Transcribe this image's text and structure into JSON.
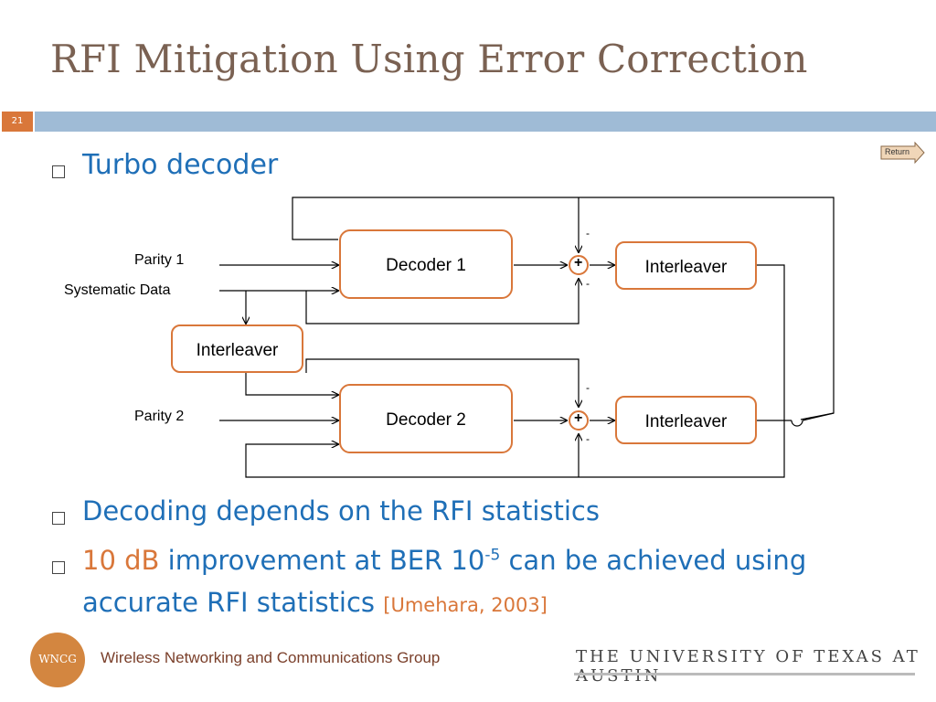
{
  "slide": {
    "title": "RFI Mitigation Using Error Correction",
    "number": "21"
  },
  "return_button": {
    "label": "Return"
  },
  "bullets": {
    "b1": "Turbo decoder",
    "b2": "Decoding depends on the RFI statistics",
    "b3_highlight": "10 dB",
    "b3_part1": " improvement at BER 10",
    "b3_sup": "-5",
    "b3_part2": " can be achieved using",
    "b3_line2": "accurate RFI statistics ",
    "b3_citation": "[Umehara, 2003]"
  },
  "diagram": {
    "parity1": "Parity 1",
    "systematic": "Systematic Data",
    "parity2": "Parity 2",
    "decoder1": "Decoder 1",
    "decoder2": "Decoder 2",
    "interleaver_left": "Interleaver",
    "interleaver_top": "Interleaver",
    "interleaver_bottom": "Interleaver",
    "plus": "+",
    "minus": "-"
  },
  "footer": {
    "group": "Wireless Networking and Communications Group",
    "logo": "WNCG",
    "university": "THE UNIVERSITY OF TEXAS AT AUSTIN"
  },
  "colors": {
    "accent": "#d9773a",
    "blue": "#1f6fb7",
    "bar": "#9fbbd6"
  }
}
